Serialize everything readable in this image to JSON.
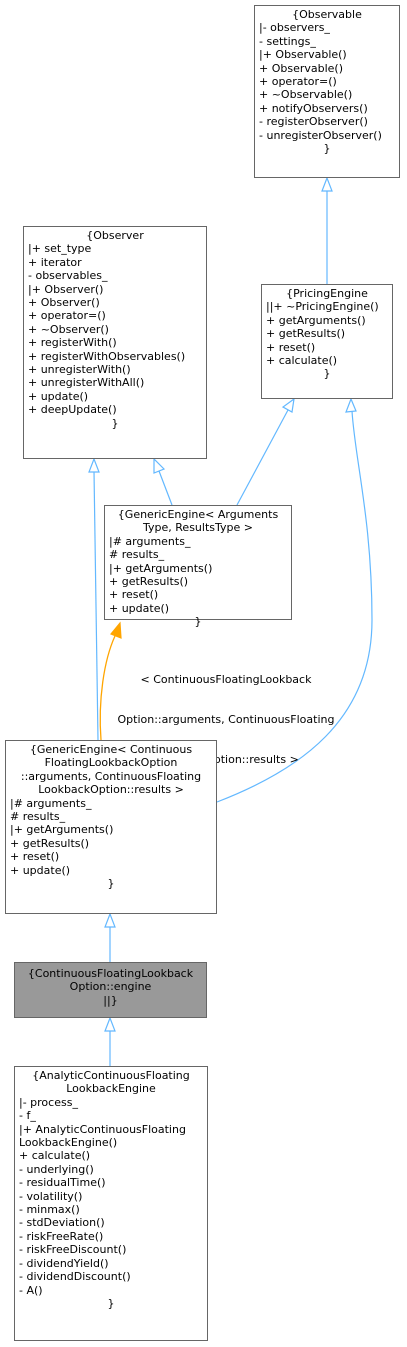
{
  "nodes": {
    "observable": {
      "title": "{Observable",
      "members": [
        "|- observers_",
        "- settings_",
        "|+ Observable()",
        "+ Observable()",
        "+ operator=()",
        "+ ~Observable()",
        "+ notifyObservers()",
        "- registerObserver()",
        "- unregisterObserver()"
      ],
      "close": "}"
    },
    "observer": {
      "title": "{Observer",
      "members": [
        "|+ set_type",
        "+ iterator",
        "- observables_",
        "|+ Observer()",
        "+ Observer()",
        "+ operator=()",
        "+ ~Observer()",
        "+ registerWith()",
        "+ registerWithObservables()",
        "+ unregisterWith()",
        "+ unregisterWithAll()",
        "+ update()",
        "+ deepUpdate()"
      ],
      "close": "}"
    },
    "pricing_engine": {
      "title": "{PricingEngine",
      "members": [
        "||+ ~PricingEngine()",
        "+ getArguments()",
        "+ getResults()",
        "+ reset()",
        "+ calculate()"
      ],
      "close": "}"
    },
    "generic_engine": {
      "title_lines": [
        "{GenericEngine< Arguments",
        "Type, ResultsType >"
      ],
      "members": [
        "|# arguments_",
        "# results_",
        "|+ getArguments()",
        "+ getResults()",
        "+ reset()",
        "+ update()"
      ],
      "close": "}"
    },
    "generic_engine_cfl": {
      "title_lines": [
        "{GenericEngine< Continuous",
        "FloatingLookbackOption",
        "::arguments, ContinuousFloating",
        "LookbackOption::results >"
      ],
      "members": [
        "|# arguments_",
        "# results_",
        "|+ getArguments()",
        "+ getResults()",
        "+ reset()",
        "+ update()"
      ],
      "close": "}"
    },
    "cfl_engine": {
      "title_lines": [
        "{ContinuousFloatingLookback",
        "Option::engine",
        "||}"
      ]
    },
    "analytic_engine": {
      "title_lines": [
        "{AnalyticContinuousFloating",
        "LookbackEngine"
      ],
      "members": [
        "|- process_",
        "- f_",
        "|+ AnalyticContinuousFloating",
        "LookbackEngine()",
        "+ calculate()",
        "- underlying()",
        "- residualTime()",
        "- volatility()",
        "- minmax()",
        "- stdDeviation()",
        "- riskFreeRate()",
        "- riskFreeDiscount()",
        "- dividendYield()",
        "- dividendDiscount()",
        "- A()"
      ],
      "close": "}"
    }
  },
  "template_label": [
    "< ContinuousFloatingLookback",
    "Option::arguments, ContinuousFloating",
    "LookbackOption::results >"
  ],
  "colors": {
    "inheritance_edge": "#63b8ff",
    "template_edge": "#ffa500",
    "highlight_fill": "#999999",
    "border": "#666666"
  }
}
